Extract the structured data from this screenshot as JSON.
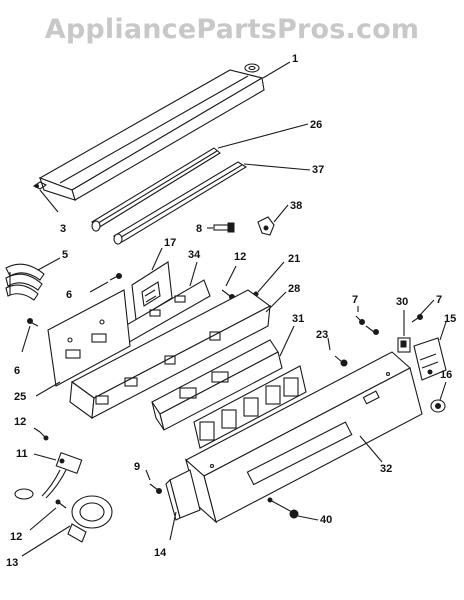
{
  "watermark": "AppliancePartsPros.com",
  "callouts": [
    {
      "id": "c1",
      "text": "1"
    },
    {
      "id": "c26",
      "text": "26"
    },
    {
      "id": "c37",
      "text": "37"
    },
    {
      "id": "c3",
      "text": "3"
    },
    {
      "id": "c8",
      "text": "8"
    },
    {
      "id": "c38",
      "text": "38"
    },
    {
      "id": "c5",
      "text": "5"
    },
    {
      "id": "c17",
      "text": "17"
    },
    {
      "id": "c34",
      "text": "34"
    },
    {
      "id": "c12a",
      "text": "12"
    },
    {
      "id": "c21",
      "text": "21"
    },
    {
      "id": "c6a",
      "text": "6"
    },
    {
      "id": "c28",
      "text": "28"
    },
    {
      "id": "c7",
      "text": "7"
    },
    {
      "id": "c30",
      "text": "30"
    },
    {
      "id": "c7b",
      "text": "7"
    },
    {
      "id": "c31",
      "text": "31"
    },
    {
      "id": "c23",
      "text": "23"
    },
    {
      "id": "c15",
      "text": "15"
    },
    {
      "id": "c6b",
      "text": "6"
    },
    {
      "id": "c25",
      "text": "25"
    },
    {
      "id": "c16",
      "text": "16"
    },
    {
      "id": "c12b",
      "text": "12"
    },
    {
      "id": "c11",
      "text": "11"
    },
    {
      "id": "c9",
      "text": "9"
    },
    {
      "id": "c32",
      "text": "32"
    },
    {
      "id": "c40",
      "text": "40"
    },
    {
      "id": "c12c",
      "text": "12"
    },
    {
      "id": "c14",
      "text": "14"
    },
    {
      "id": "c13",
      "text": "13"
    }
  ]
}
